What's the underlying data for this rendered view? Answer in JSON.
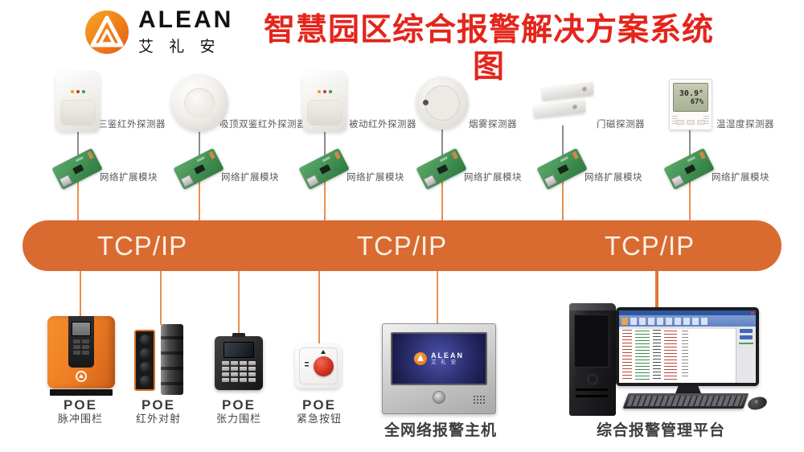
{
  "header": {
    "brand_name": "ALEAN",
    "brand_cn": "艾 礼 安",
    "title": "智慧园区综合报警解决方案系统图"
  },
  "detectors": [
    {
      "label": "三鉴红外探测器",
      "module": "网络扩展模块"
    },
    {
      "label": "吸顶双鉴红外探测器",
      "module": "网络扩展模块"
    },
    {
      "label": "被动红外探测器",
      "module": "网络扩展模块"
    },
    {
      "label": "烟雾探测器",
      "module": "网络扩展模块"
    },
    {
      "label": "门磁探测器",
      "module": "网络扩展模块"
    },
    {
      "label": "温湿度探测器",
      "module": "网络扩展模块",
      "lcd_temp": "30.9°",
      "lcd_hum": "67%"
    }
  ],
  "bus": {
    "segments": [
      "TCP/IP",
      "TCP/IP",
      "TCP/IP"
    ],
    "color": "#d96a30"
  },
  "frontend": [
    {
      "line1": "POE",
      "line2": "脉冲围栏"
    },
    {
      "line1": "POE",
      "line2": "红外对射"
    },
    {
      "line1": "POE",
      "line2": "张力围栏"
    },
    {
      "line1": "POE",
      "line2": "紧急按钮"
    }
  ],
  "host": {
    "label": "全网络报警主机",
    "screen_brand": "ALEAN",
    "screen_brand_cn": "艾 礼 安"
  },
  "platform": {
    "label": "综合报警管理平台"
  },
  "colors": {
    "bus_orange": "#d96a30",
    "line_orange": "#e89050",
    "line_gray": "#8d8d8d",
    "title_red": "#e4251b",
    "logo_orange": "#f08418",
    "device_orange": "#ee7c22",
    "alert_red": "#d03020",
    "pcb_green": "#3e8c4f"
  }
}
